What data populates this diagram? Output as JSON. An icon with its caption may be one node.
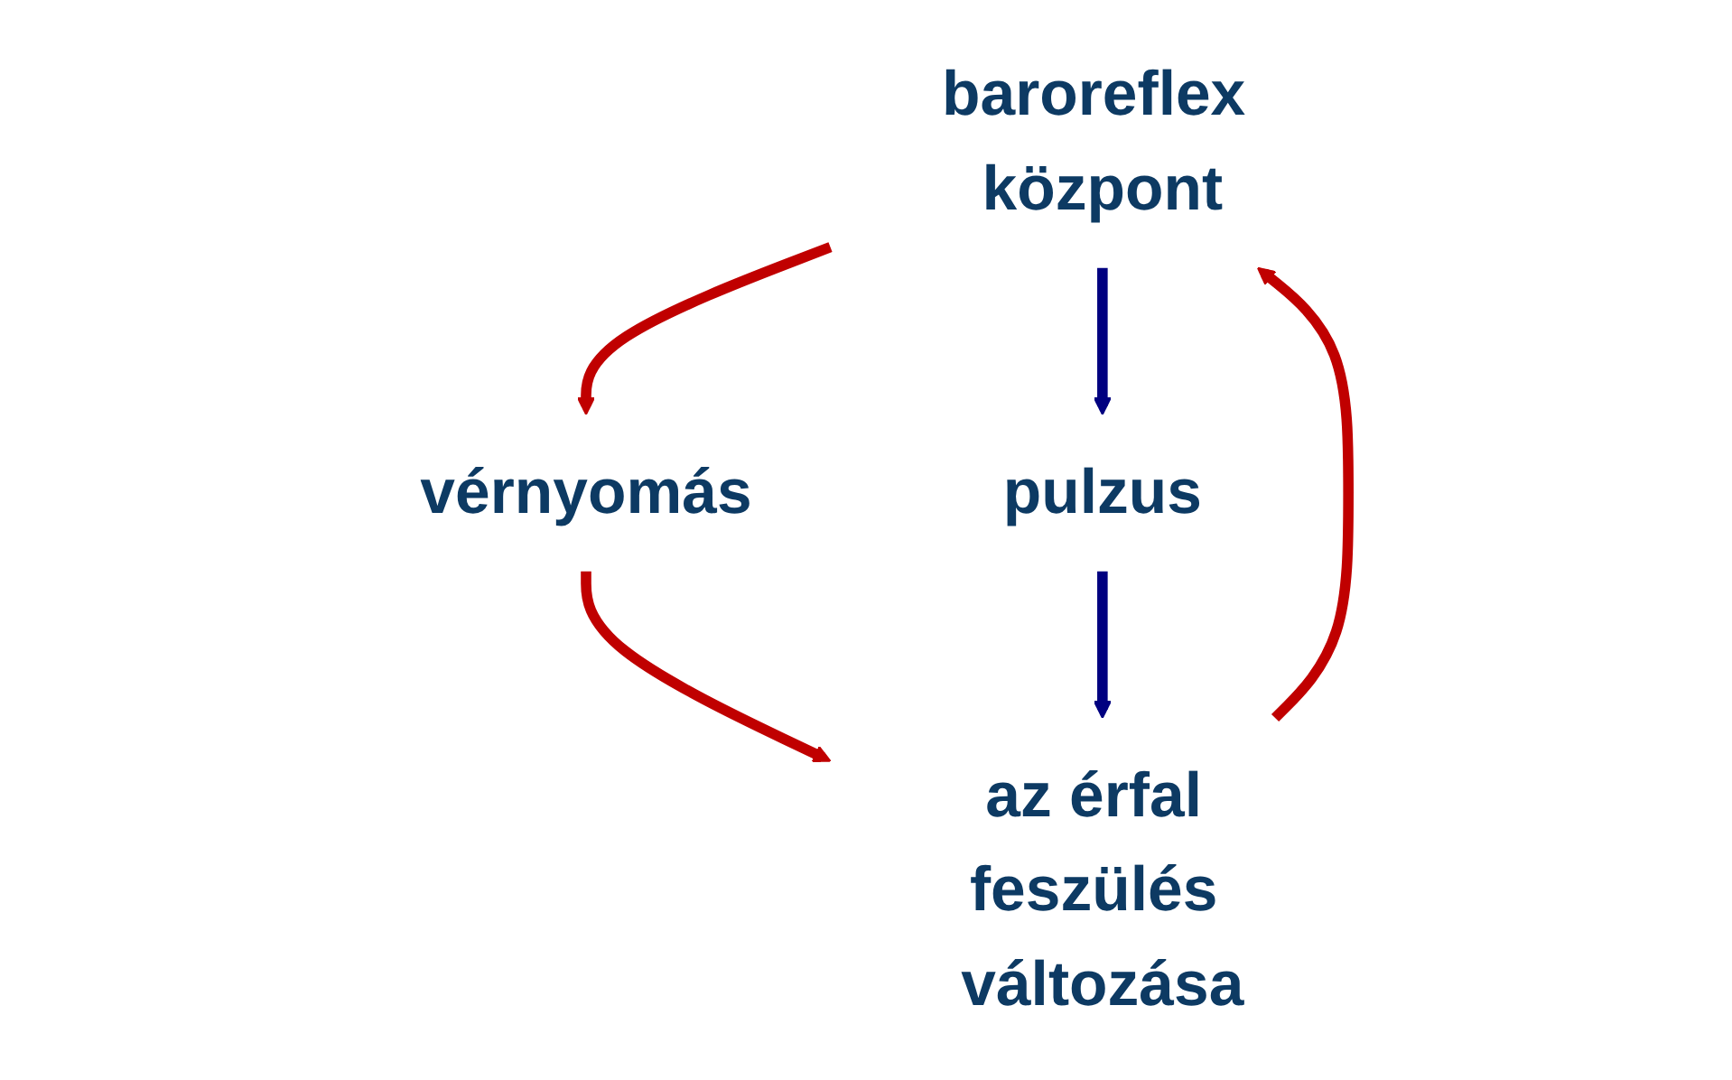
{
  "diagram": {
    "nodes": [
      {
        "text": [
          "baroreflex központ"
        ]
      },
      {
        "text": [
          "pulzus"
        ]
      },
      {
        "text": [
          "vérnyomás"
        ]
      },
      {
        "text": [
          "az érfal feszülés változása"
        ]
      }
    ],
    "edges": [
      {
        "from": 0,
        "to": 1,
        "arrow": "to",
        "color": "#000080"
      },
      {
        "from": 0,
        "to": 2,
        "arrow": "to"
      },
      {
        "from": 2,
        "to": 3,
        "arrow": "to"
      },
      {
        "from": 1,
        "to": 3,
        "arrow": "to",
        "color": "#000080"
      },
      {
        "from": 3,
        "to": 0,
        "arrow": "to"
      }
    ]
  }
}
